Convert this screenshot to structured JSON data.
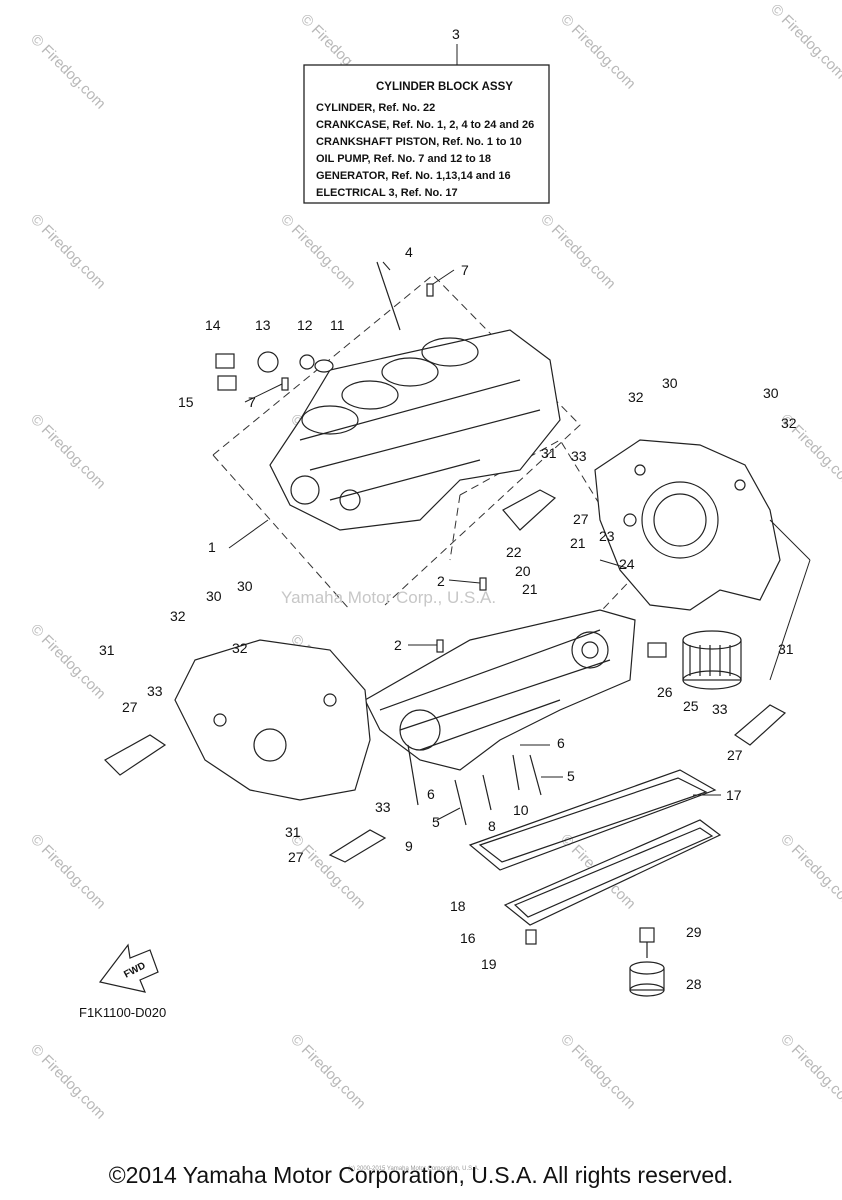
{
  "info_box": {
    "ref": "3",
    "title": "CYLINDER BLOCK ASSY",
    "lines": [
      "CYLINDER, Ref. No. 22",
      "CRANKCASE, Ref. No. 1, 2, 4 to 24 and 26",
      "CRANKSHAFT PISTON, Ref. No. 1 to 10",
      "OIL PUMP, Ref. No. 7 and 12 to 18",
      "GENERATOR, Ref. No. 1,13,14 and 16",
      "ELECTRICAL 3, Ref. No. 17"
    ]
  },
  "callouts": [
    "1",
    "2",
    "2",
    "4",
    "5",
    "5",
    "6",
    "6",
    "7",
    "7",
    "8",
    "9",
    "10",
    "11",
    "12",
    "13",
    "14",
    "15",
    "16",
    "17",
    "18",
    "19",
    "20",
    "21",
    "21",
    "22",
    "23",
    "24",
    "25",
    "26",
    "27",
    "27",
    "27",
    "27",
    "28",
    "29",
    "30",
    "30",
    "30",
    "30",
    "31",
    "31",
    "31",
    "31",
    "32",
    "32",
    "32",
    "32",
    "33",
    "33",
    "33",
    "33"
  ],
  "fwd_label": "FWD",
  "diagram_code": "F1K1100-D020",
  "watermark_center": "Yamaha Motor Corp., U.S.A.",
  "watermark_tile": "© Firedog.com",
  "fine_print": "(c) 2000-2015 Yamaha Motor Corporation, U.S.A.",
  "copyright": "©2014 Yamaha Motor Corporation, U.S.A. All rights reserved."
}
